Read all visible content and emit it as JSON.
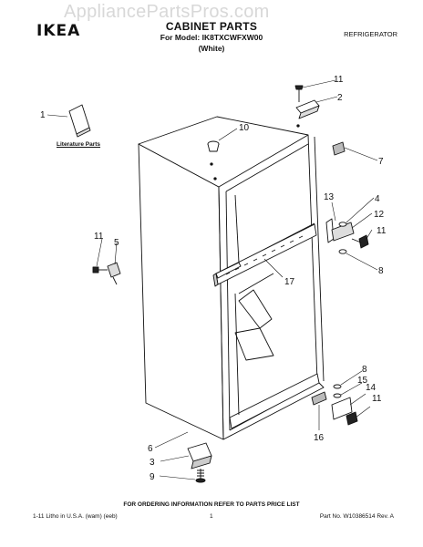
{
  "watermark": "AppliancePartsPros.com",
  "logo": "IKEA",
  "header": {
    "title": "CABINET PARTS",
    "model": "For Model: IK8TXCWFXW00",
    "color": "(White)",
    "appliance": "REFRIGERATOR"
  },
  "literature_label": "Literature Parts",
  "callouts": {
    "c1": "1",
    "c2": "2",
    "c3": "3",
    "c4": "4",
    "c5": "5",
    "c6": "6",
    "c7": "7",
    "c8a": "8",
    "c8b": "8",
    "c9": "9",
    "c10": "10",
    "c11a": "11",
    "c11b": "11",
    "c11c": "11",
    "c11d": "11",
    "c12": "12",
    "c13": "13",
    "c14": "14",
    "c15": "15",
    "c16": "16",
    "c17": "17"
  },
  "footer": {
    "order_note": "FOR ORDERING INFORMATION REFER TO PARTS PRICE LIST",
    "left": "1-11 Litho in U.S.A. (wam) (eeb)",
    "page": "1",
    "right": "Part No. W10386514 Rev. A"
  }
}
